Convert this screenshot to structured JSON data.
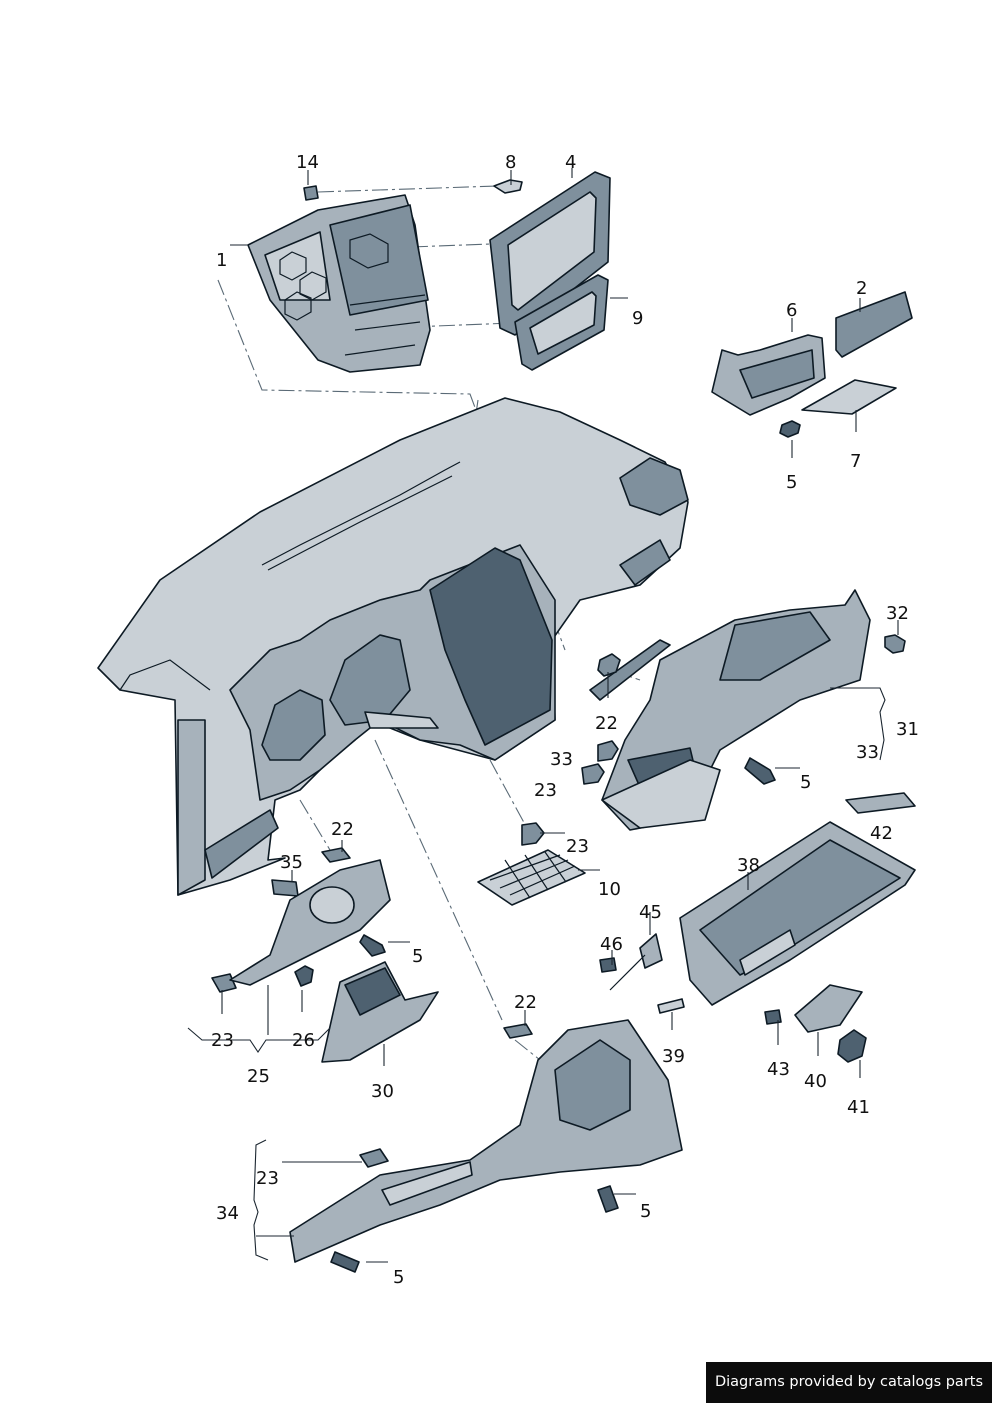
{
  "labels": {
    "l1": "1",
    "l14": "14",
    "l8": "8",
    "l4": "4",
    "l9": "9",
    "l2": "2",
    "l6": "6",
    "l5a": "5",
    "l7": "7",
    "l32": "32",
    "l31": "31",
    "l33a": "33",
    "l5b": "5",
    "l42": "42",
    "l22a": "22",
    "l33b": "33",
    "l23a": "23",
    "l23b": "23",
    "l10": "10",
    "l22b": "22",
    "l35": "35",
    "l5c": "5",
    "l23c": "23",
    "l26": "26",
    "l25": "25",
    "l30": "30",
    "l38": "38",
    "l45": "45",
    "l46": "46",
    "l22c": "22",
    "l39": "39",
    "l43": "43",
    "l40": "40",
    "l41": "41",
    "l23d": "23",
    "l34": "34",
    "l5d": "5",
    "l5e": "5"
  },
  "footer": {
    "text": "Diagrams provided by catalogs parts"
  },
  "colors": {
    "part_fill": "#a7b2bb",
    "part_shadow": "#4e6170",
    "outline": "#0d1a24",
    "footer_bg": "#0c0c0c"
  }
}
